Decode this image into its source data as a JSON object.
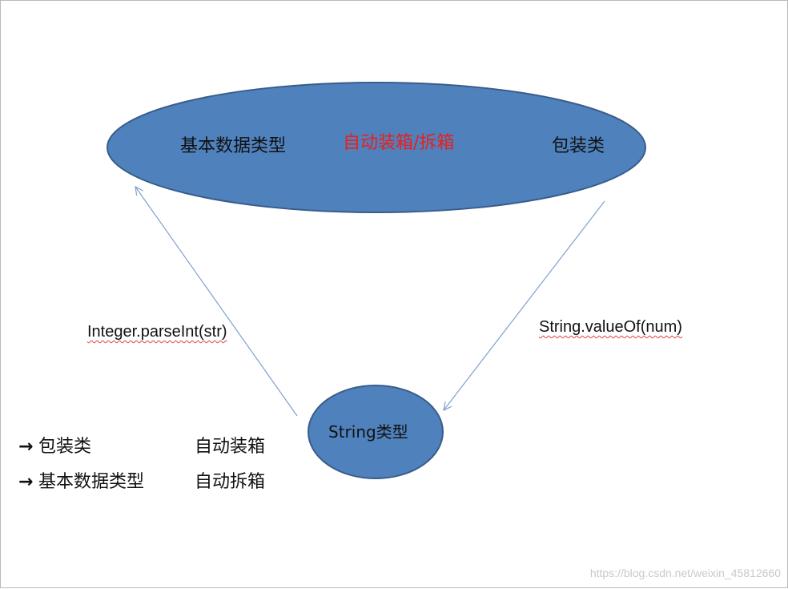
{
  "nodes": {
    "top": {
      "left_label": "基本数据类型",
      "center_label": "自动装箱/拆箱",
      "right_label": "包装类"
    },
    "bottom": {
      "label": "String类型"
    }
  },
  "edges": {
    "to_top": "Integer.parseInt(str)",
    "to_bottom": "String.valueOf(num)"
  },
  "legend": [
    {
      "arrow": "→",
      "target": "包装类",
      "action": "自动装箱"
    },
    {
      "arrow": "→",
      "target": "基本数据类型",
      "action": "自动拆箱"
    }
  ],
  "watermark": "https://blog.csdn.net/weixin_45812660",
  "colors": {
    "ellipse_fill": "#4f81bd",
    "ellipse_stroke": "#385d8a",
    "arrow": "#7f9fd0",
    "highlight_text": "#e8201c"
  }
}
